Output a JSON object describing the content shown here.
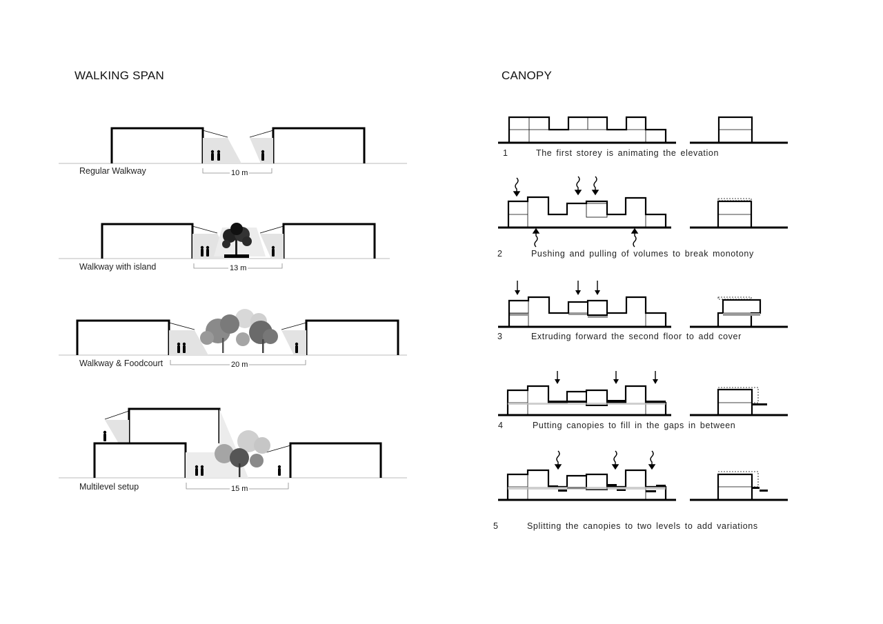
{
  "walking_span": {
    "title": "WALKING SPAN",
    "sections": [
      {
        "label": "Regular Walkway",
        "span": "10 m"
      },
      {
        "label": "Walkway with island",
        "span": "13 m"
      },
      {
        "label": "Walkway & Foodcourt",
        "span": "20 m"
      },
      {
        "label": "Multilevel setup",
        "span": "15 m"
      }
    ]
  },
  "canopy": {
    "title": "CANOPY",
    "steps": [
      {
        "number": "1",
        "caption": "The first storey is animating the elevation"
      },
      {
        "number": "2",
        "caption": "Pushing and pulling of volumes to break monotony"
      },
      {
        "number": "3",
        "caption": "Extruding forward the second floor to add cover"
      },
      {
        "number": "4",
        "caption": "Putting canopies to fill in the gaps in between"
      },
      {
        "number": "5",
        "caption": "Splitting the canopies to two levels to add variations"
      }
    ]
  }
}
